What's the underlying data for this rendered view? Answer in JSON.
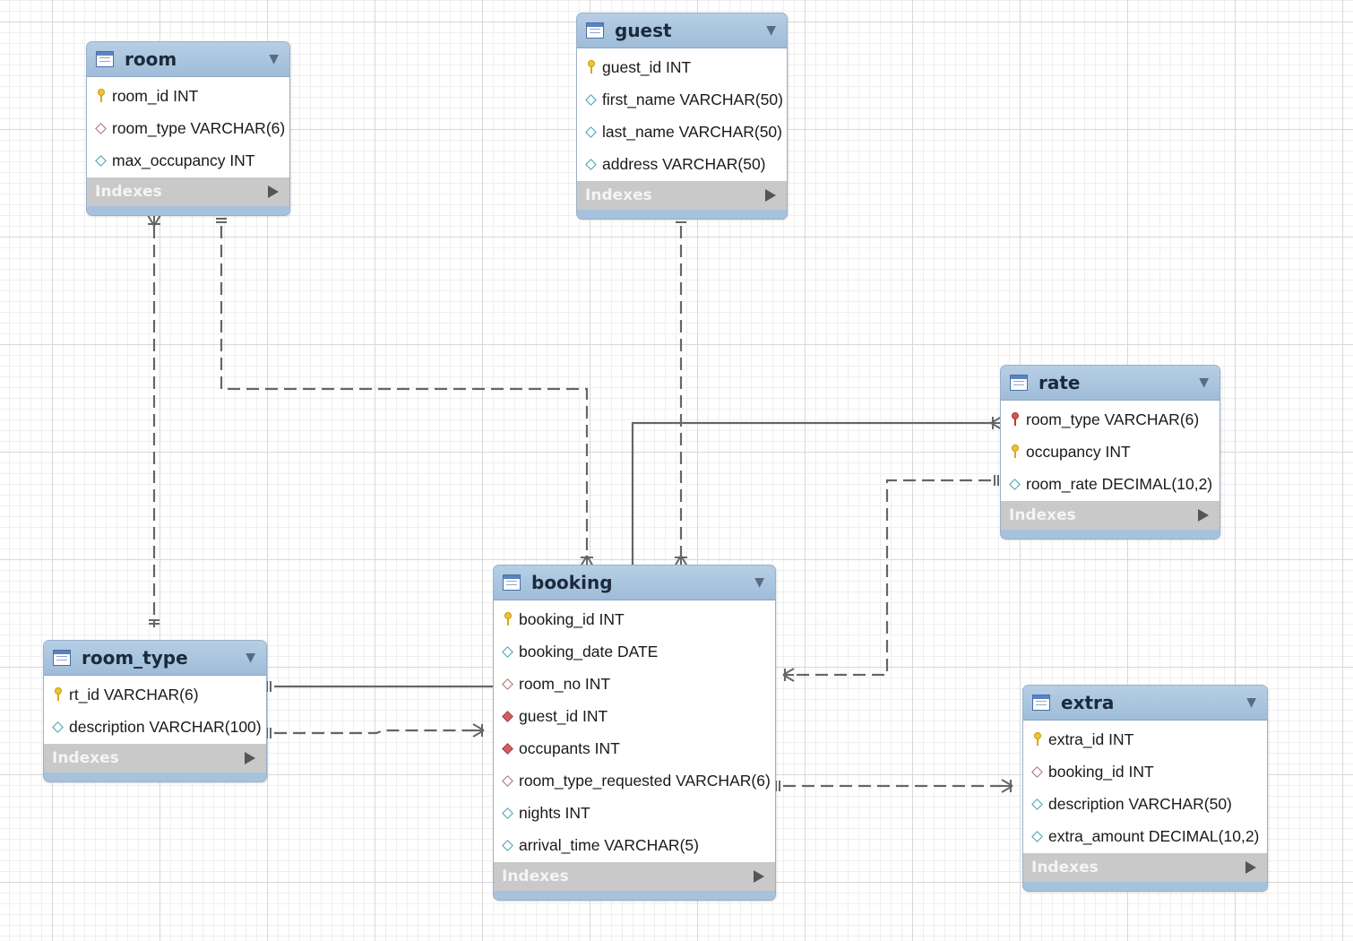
{
  "tables": {
    "room": {
      "name": "room",
      "columns": [
        {
          "text": "room_id INT",
          "kind": "pk"
        },
        {
          "text": "room_type VARCHAR(6)",
          "kind": "fk"
        },
        {
          "text": "max_occupancy INT",
          "kind": "attr"
        }
      ],
      "indexes_label": "Indexes"
    },
    "guest": {
      "name": "guest",
      "columns": [
        {
          "text": "guest_id INT",
          "kind": "pk"
        },
        {
          "text": "first_name VARCHAR(50)",
          "kind": "attr"
        },
        {
          "text": "last_name VARCHAR(50)",
          "kind": "attr"
        },
        {
          "text": "address VARCHAR(50)",
          "kind": "attr"
        }
      ],
      "indexes_label": "Indexes"
    },
    "rate": {
      "name": "rate",
      "columns": [
        {
          "text": "room_type VARCHAR(6)",
          "kind": "pk-fk"
        },
        {
          "text": "occupancy INT",
          "kind": "pk"
        },
        {
          "text": "room_rate DECIMAL(10,2)",
          "kind": "attr"
        }
      ],
      "indexes_label": "Indexes"
    },
    "booking": {
      "name": "booking",
      "columns": [
        {
          "text": "booking_id INT",
          "kind": "pk"
        },
        {
          "text": "booking_date DATE",
          "kind": "attr"
        },
        {
          "text": "room_no INT",
          "kind": "fk"
        },
        {
          "text": "guest_id INT",
          "kind": "fk-nn"
        },
        {
          "text": "occupants INT",
          "kind": "fk-nn"
        },
        {
          "text": "room_type_requested VARCHAR(6)",
          "kind": "fk"
        },
        {
          "text": "nights INT",
          "kind": "attr"
        },
        {
          "text": "arrival_time VARCHAR(5)",
          "kind": "attr"
        }
      ],
      "indexes_label": "Indexes"
    },
    "room_type": {
      "name": "room_type",
      "columns": [
        {
          "text": "rt_id VARCHAR(6)",
          "kind": "pk"
        },
        {
          "text": "description VARCHAR(100)",
          "kind": "attr"
        }
      ],
      "indexes_label": "Indexes"
    },
    "extra": {
      "name": "extra",
      "columns": [
        {
          "text": "extra_id INT",
          "kind": "pk"
        },
        {
          "text": "booking_id INT",
          "kind": "fk"
        },
        {
          "text": "description VARCHAR(50)",
          "kind": "attr"
        },
        {
          "text": "extra_amount DECIMAL(10,2)",
          "kind": "attr"
        }
      ],
      "indexes_label": "Indexes"
    }
  },
  "relationships": [
    {
      "id": "room-roomtype",
      "from": "room",
      "to": "room_type",
      "style": "dashed",
      "from_end": "many",
      "to_end": "one"
    },
    {
      "id": "room-booking",
      "from": "room",
      "to": "booking",
      "style": "dashed",
      "from_end": "one",
      "to_end": "many"
    },
    {
      "id": "guest-booking",
      "from": "guest",
      "to": "booking",
      "style": "dashed",
      "from_end": "one",
      "to_end": "many"
    },
    {
      "id": "rate-booking-solid",
      "from": "rate",
      "to": "booking",
      "style": "solid",
      "from_end": "many",
      "to_end": "none"
    },
    {
      "id": "rate-booking-dashed",
      "from": "rate",
      "to": "booking",
      "style": "dashed",
      "from_end": "one",
      "to_end": "many"
    },
    {
      "id": "roomtype-booking-solid",
      "from": "room_type",
      "to": "booking",
      "style": "solid",
      "from_end": "one",
      "to_end": "none"
    },
    {
      "id": "roomtype-booking-dashed",
      "from": "room_type",
      "to": "booking",
      "style": "dashed",
      "from_end": "one",
      "to_end": "many"
    },
    {
      "id": "booking-extra",
      "from": "booking",
      "to": "extra",
      "style": "dashed",
      "from_end": "one",
      "to_end": "many"
    }
  ],
  "colors": {
    "line": "#666666",
    "header": "#a6c2dc",
    "indexes_bar": "#c9c9c9",
    "pk_key": "#f1c232",
    "fk_key": "#d9534f"
  }
}
